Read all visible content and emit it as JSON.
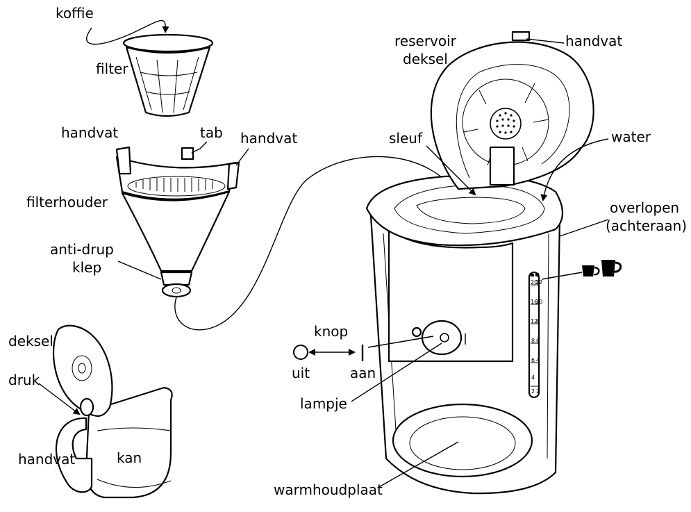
{
  "labels": {
    "koffie": "koffie",
    "filter": "filter",
    "handvat_left": "handvat",
    "tab": "tab",
    "handvat_right": "handvat",
    "filterhouder": "filterhouder",
    "anti_drup_line1": "anti-drup",
    "anti_drup_line2": "klep",
    "deksel_kan": "deksel",
    "druk": "druk",
    "handvat_kan": "handvat",
    "kan": "kan",
    "reservoir_line1": "reservoir",
    "reservoir_line2": "deksel",
    "handvat_lid": "handvat",
    "sleuf": "sleuf",
    "water": "water",
    "overlopen_line1": "overlopen",
    "overlopen_line2": "(achteraan)",
    "knop": "knop",
    "uit": "uit",
    "aan": "aan",
    "lampje": "lampje",
    "warmhoudplaat": "warmhoudplaat"
  },
  "gauge": {
    "left": [
      "20",
      "16",
      "12",
      "8",
      "6",
      "4",
      "2"
    ],
    "right": [
      "12",
      "10",
      "8",
      "6",
      "4",
      "2"
    ]
  },
  "icons": [
    "small-cup-icon",
    "large-mug-icon",
    "off-circle-icon",
    "on-line-icon"
  ]
}
